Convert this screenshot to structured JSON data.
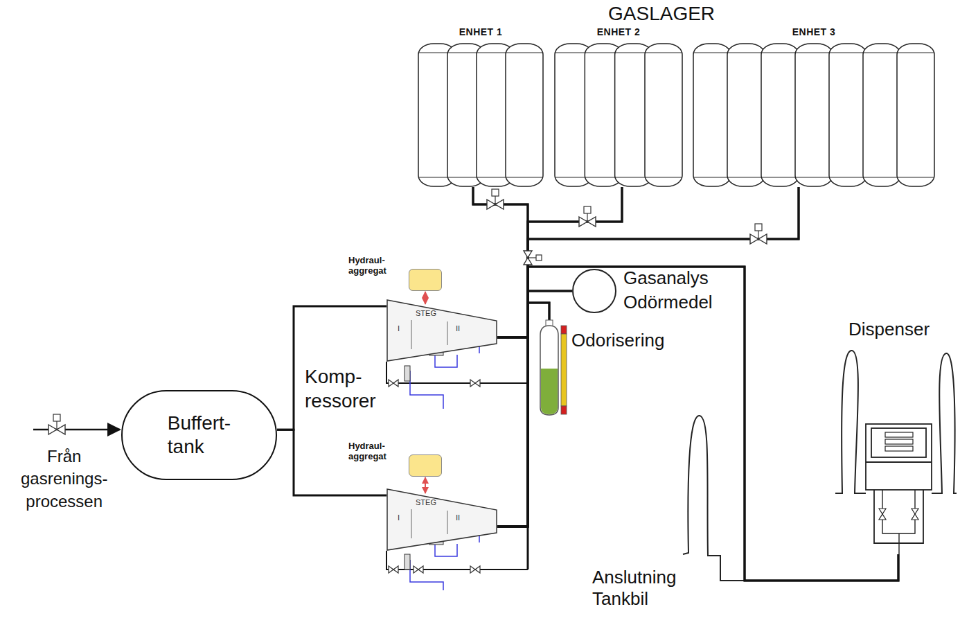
{
  "diagram": {
    "title": "GASLAGER",
    "nodes": [
      {
        "text": [
          "ENHET 1"
        ]
      },
      {
        "text": [
          "ENHET 2"
        ]
      },
      {
        "text": [
          "ENHET 3"
        ]
      },
      {
        "text": [
          "Hydraul- aggregat"
        ]
      },
      {
        "text": [
          "Gasanalys Odörmedel"
        ]
      },
      {
        "text": [
          "STEG",
          "I",
          "II"
        ]
      },
      {
        "text": [
          "Odorisering"
        ]
      },
      {
        "text": [
          "Dispenser"
        ]
      },
      {
        "text": [
          "Buffert- tank"
        ]
      },
      {
        "text": [
          "Hydraul- aggregat"
        ]
      },
      {
        "text": [
          "STEG",
          "I",
          "II"
        ]
      }
    ],
    "edges": [
      {
        "from": 8,
        "to": 5,
        "arrow": "none"
      },
      {
        "from": 8,
        "to": 10,
        "arrow": "none"
      },
      {
        "from": 3,
        "to": 5,
        "arrow": "both"
      },
      {
        "from": 9,
        "to": 10,
        "arrow": "both"
      },
      {
        "from": 5,
        "to": 0,
        "arrow": "none"
      },
      {
        "from": 5,
        "to": 1,
        "arrow": "none"
      },
      {
        "from": 5,
        "to": 2,
        "arrow": "none"
      },
      {
        "from": 5,
        "to": 4,
        "arrow": "none"
      },
      {
        "from": 5,
        "to": 6,
        "arrow": "none"
      },
      {
        "from": 5,
        "to": 7,
        "arrow": "none"
      },
      {
        "from": 10,
        "to": 0,
        "arrow": "none"
      },
      {
        "from": 10,
        "to": 1,
        "arrow": "none"
      },
      {
        "from": 10,
        "to": 2,
        "arrow": "none"
      },
      {
        "from": 10,
        "to": 4,
        "arrow": "none"
      },
      {
        "from": 10,
        "to": 6,
        "arrow": "none"
      },
      {
        "from": 10,
        "to": 7,
        "arrow": "none"
      }
    ],
    "labels": [
      "Från gasrenings- processen",
      "Komp- ressorer",
      "Anslutning Tankbil"
    ]
  }
}
